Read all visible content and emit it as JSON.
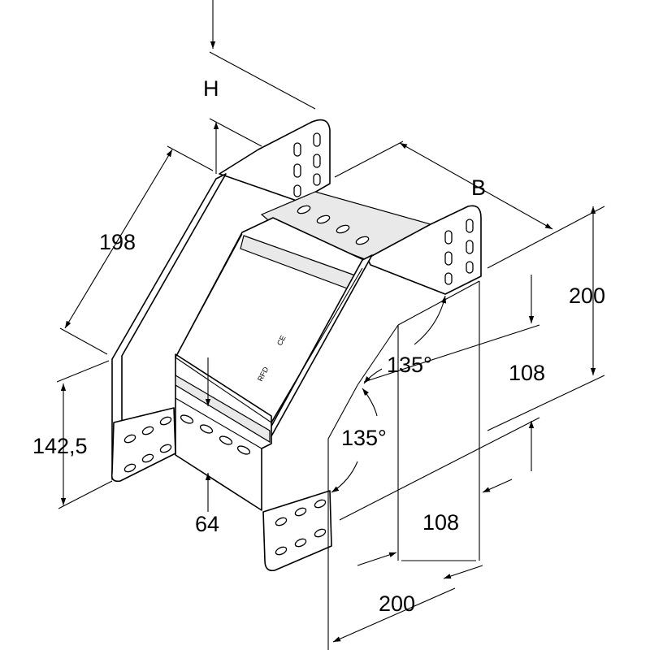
{
  "diagram": {
    "labels": {
      "h": "H",
      "b": "B",
      "len_198": "198",
      "height_142": "142,5",
      "height_64": "64",
      "dim_200_right": "200",
      "dim_108_upper": "108",
      "angle_upper": "135°",
      "angle_lower": "135°",
      "dim_108_lower": "108",
      "dim_200_bottom": "200"
    },
    "marks": {
      "maker_mark": "RFD",
      "ce_mark": "CE"
    }
  }
}
